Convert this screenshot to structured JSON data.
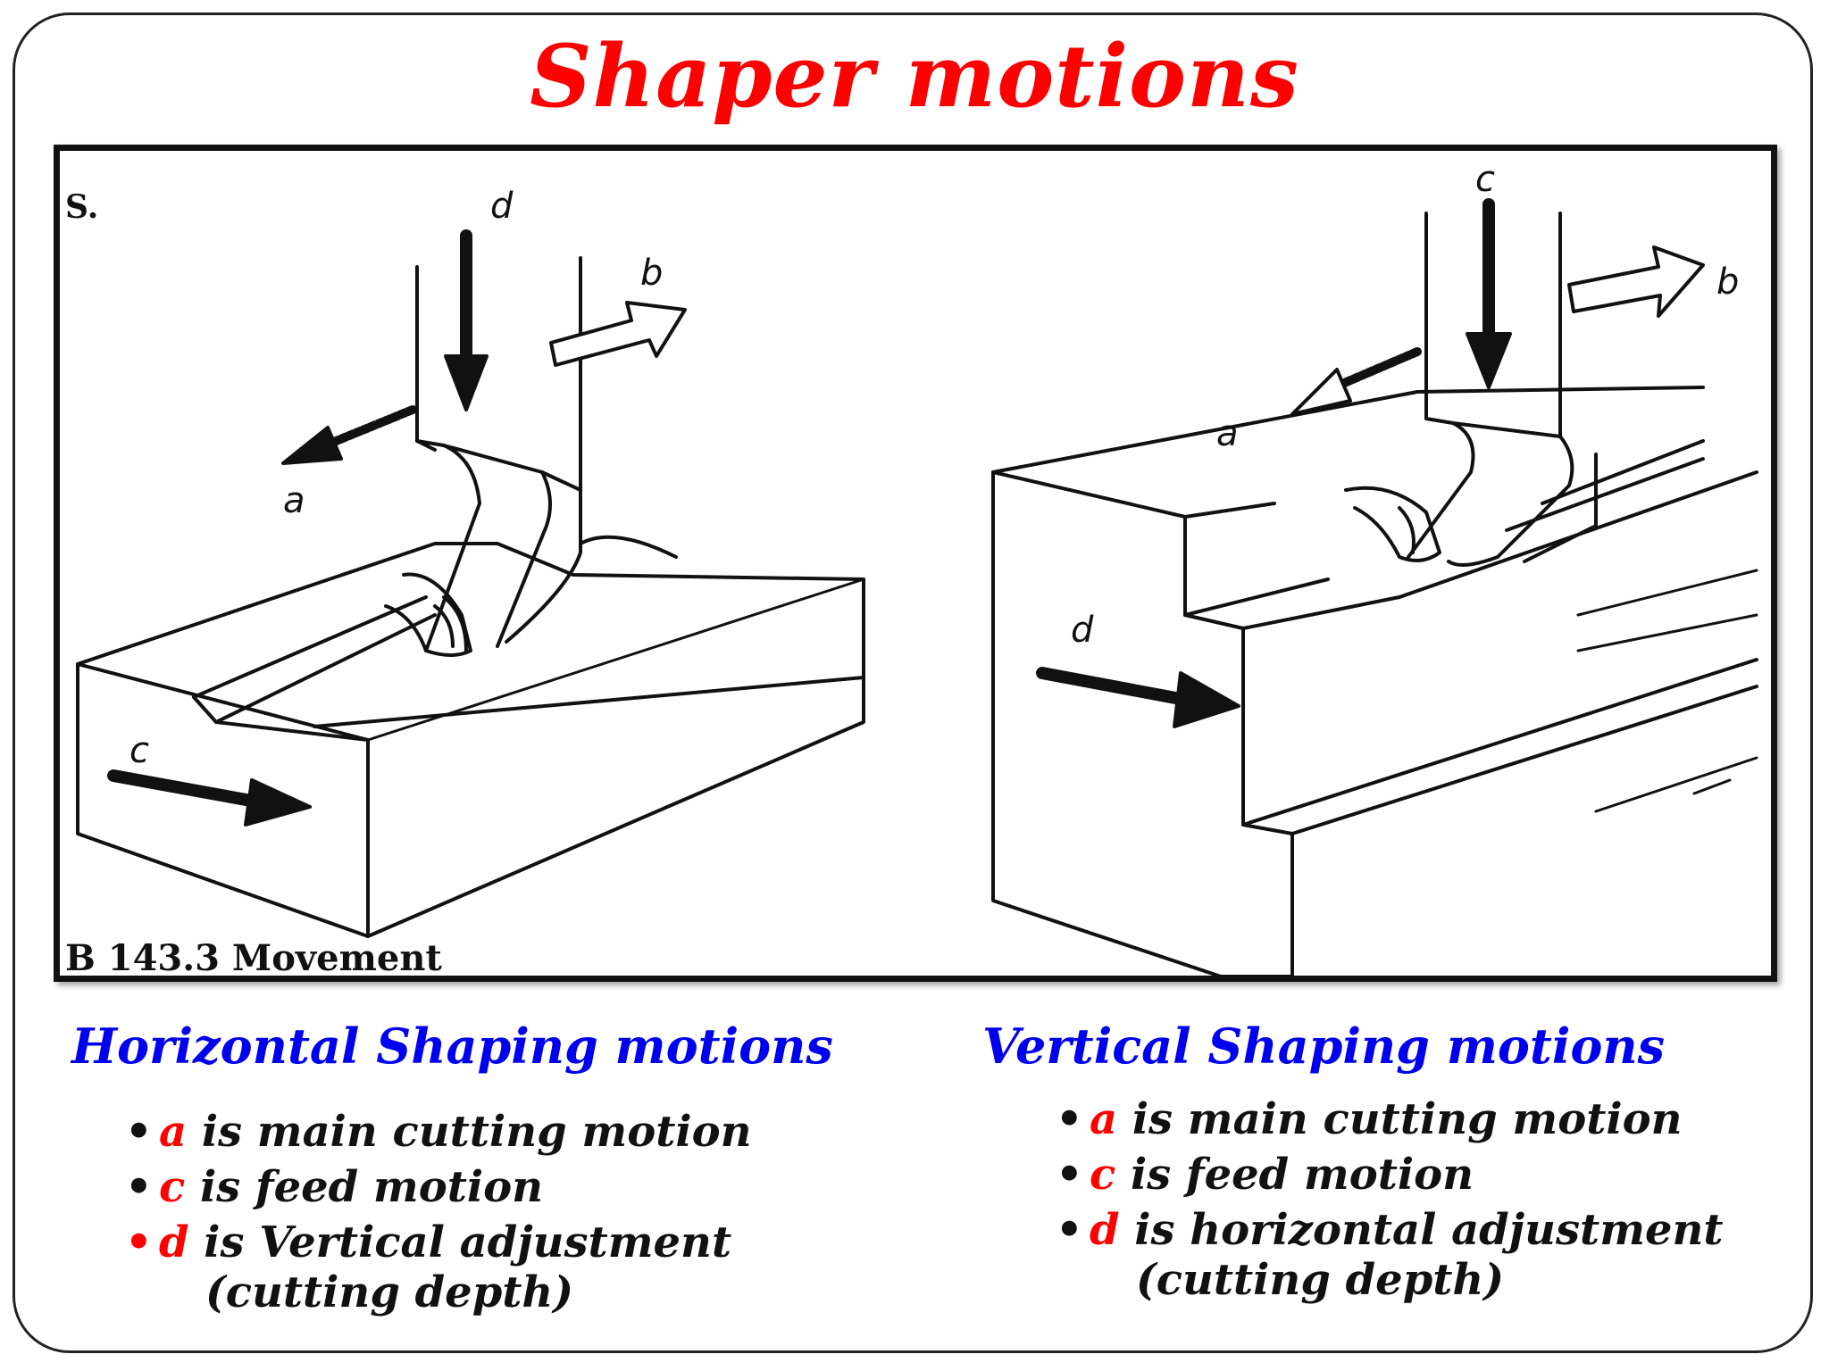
{
  "title": "Shaper motions",
  "figure": {
    "caption": "B 143.3  Movement",
    "corner_mark": "S.",
    "horizontal_labels": {
      "a": "a",
      "b": "b",
      "c": "c",
      "d": "d"
    },
    "vertical_labels": {
      "a": "a",
      "b": "b",
      "c": "c",
      "d": "d"
    }
  },
  "horizontal": {
    "heading": "Horizontal Shaping motions",
    "items": [
      {
        "letter": "a",
        "text": " is main cutting motion",
        "cont": ""
      },
      {
        "letter": "c",
        "text": " is feed motion",
        "cont": ""
      },
      {
        "letter": "d",
        "text": " is Vertical adjustment",
        "cont": "(cutting depth)"
      }
    ]
  },
  "vertical": {
    "heading": "Vertical Shaping motions",
    "items": [
      {
        "letter": "a",
        "text": " is main cutting motion",
        "cont": ""
      },
      {
        "letter": "c",
        "text": " is feed motion",
        "cont": ""
      },
      {
        "letter": "d",
        "text": " is horizontal adjustment",
        "cont": "(cutting depth)"
      }
    ]
  },
  "colors": {
    "title": "#ff0000",
    "heading": "#0000ee",
    "letter": "#ff0000",
    "text": "#111111"
  }
}
